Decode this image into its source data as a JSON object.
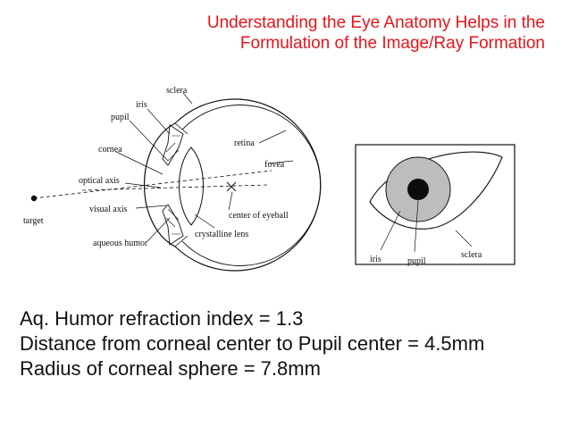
{
  "title": {
    "line1": "Understanding the Eye Anatomy Helps in the",
    "line2": "Formulation of the Image/Ray Formation",
    "color": "#e8141a"
  },
  "eye_diagram": {
    "labels": {
      "sclera": "sclera",
      "iris": "iris",
      "pupil": "pupil",
      "cornea": "cornea",
      "retina": "retina",
      "fovea": "fovea",
      "optical_axis": "optical axis",
      "visual_axis": "visual axis",
      "target": "target",
      "center_of_eyeball": "center of eyeball",
      "crystalline_lens": "crystalline lens",
      "aqueous_humor": "aqueous humor"
    }
  },
  "front_view": {
    "labels": {
      "iris": "iris",
      "pupil": "pupil",
      "sclera": "sclera"
    }
  },
  "facts": {
    "line1": "Aq. Humor refraction index = 1.3",
    "line2": "Distance from corneal center to Pupil center = 4.5mm",
    "line3": "Radius of corneal sphere = 7.8mm"
  }
}
